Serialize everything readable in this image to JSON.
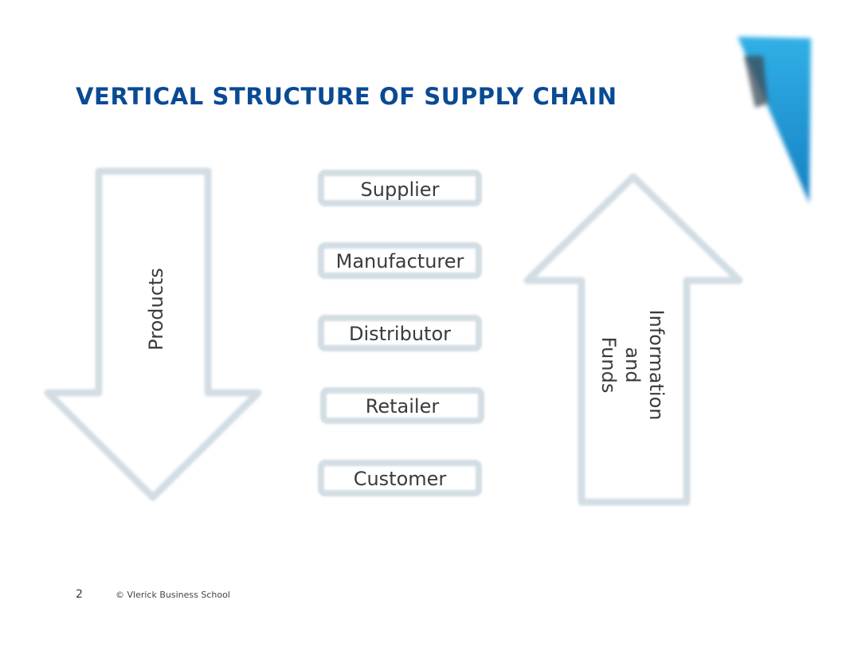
{
  "slide": {
    "title": "VERTICAL STRUCTURE OF SUPPLY CHAIN",
    "page_number": "2",
    "copyright": "© Vlerick Business School"
  },
  "diagram": {
    "stages": [
      "Supplier",
      "Manufacturer",
      "Distributor",
      "Retailer",
      "Customer"
    ],
    "down_arrow_label": "Products",
    "up_arrow_label_lines": [
      "Information",
      "and",
      "Funds"
    ]
  },
  "colors": {
    "title": "#0a4a94",
    "shape_outline": "#d3dde4",
    "text": "#3b3b3b",
    "logo_blue": "#1e9fd8"
  },
  "icons": {
    "logo": "vlerick-logo-icon"
  }
}
